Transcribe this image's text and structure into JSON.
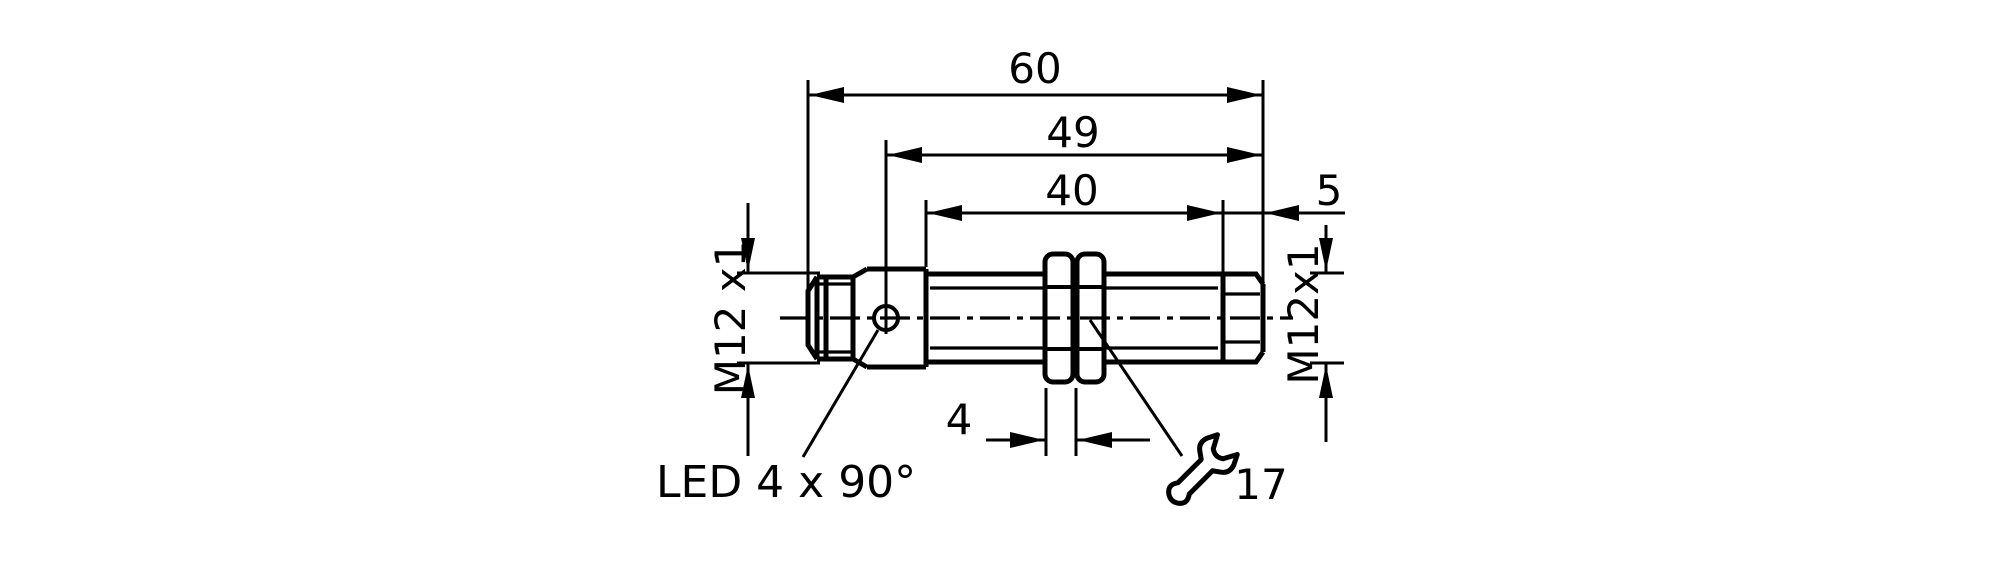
{
  "drawing": {
    "dims": {
      "overall_length": "60",
      "length_to_led": "49",
      "thread_length": "40",
      "tip_length": "5",
      "nut_width": "4",
      "wrench_size": "17",
      "thread_left": "M12 x1",
      "thread_right": "M12x1"
    },
    "labels": {
      "led": "LED 4 x 90°"
    },
    "colors": {
      "line": "#000000",
      "background": "#ffffff"
    }
  }
}
